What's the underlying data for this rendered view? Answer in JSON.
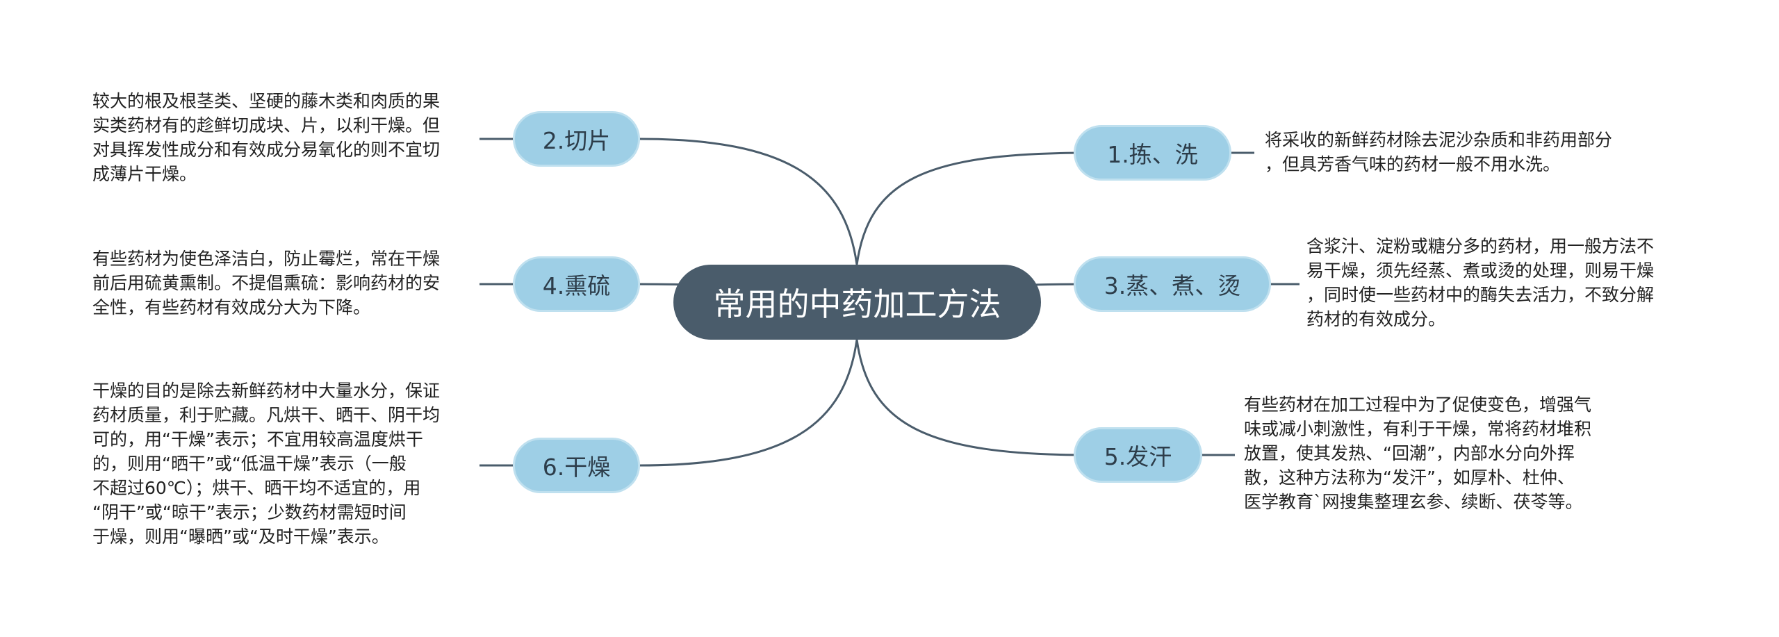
{
  "center": {
    "label": "常用的中药加工方法"
  },
  "branches": {
    "b1": {
      "label": "1.拣、洗",
      "lines": [
        "将采收的新鲜药材除去泥沙杂质和非药用部分",
        "，但具芳香气味的药材一般不用水洗。"
      ]
    },
    "b2": {
      "label": "2.切片",
      "lines": [
        "较大的根及根茎类、坚硬的藤木类和肉质的果",
        "实类药材有的趁鲜切成块、片，以利干燥。但",
        "对具挥发性成分和有效成分易氧化的则不宜切",
        "成薄片干燥。"
      ]
    },
    "b3": {
      "label": "3.蒸、煮、烫",
      "lines": [
        "含浆汁、淀粉或糖分多的药材，用一般方法不",
        "易干燥，须先经蒸、煮或烫的处理，则易干燥",
        "，同时使一些药材中的酶失去活力，不致分解",
        "药材的有效成分。"
      ]
    },
    "b4": {
      "label": "4.熏硫",
      "lines": [
        "有些药材为使色泽洁白，防止霉烂，常在干燥",
        "前后用硫黄熏制。不提倡熏硫：影响药材的安",
        "全性，有些药材有效成分大为下降。"
      ]
    },
    "b5": {
      "label": "5.发汗",
      "lines": [
        "有些药材在加工过程中为了促使变色，增强气",
        "味或减小刺激性，有利于干燥，常将药材堆积",
        "放置，使其发热、“回潮”，内部水分向外挥",
        "散，这种方法称为“发汗”，如厚朴、杜仲、",
        "医学教育`网搜集整理玄参、续断、茯苓等。"
      ]
    },
    "b6": {
      "label": "6.干燥",
      "lines": [
        "干燥的目的是除去新鲜药材中大量水分，保证",
        "药材质量，利于贮藏。凡烘干、晒干、阴干均",
        "可的，用“干燥”表示；不宜用较高温度烘干",
        "的，则用“晒干”或“低温干燥”表示（一般",
        "不超过60℃）；烘干、晒干均不适宜的，用",
        "“阴干”或“晾干”表示；少数药材需短时间",
        "于燥，则用“曝晒”或“及时干燥”表示。"
      ]
    }
  },
  "colors": {
    "center_fill": "#4a5c6b",
    "pill_fill": "#9ecfe6",
    "pill_border": "#bfe0ef",
    "connector": "#4a5c6b",
    "text": "#222222"
  }
}
